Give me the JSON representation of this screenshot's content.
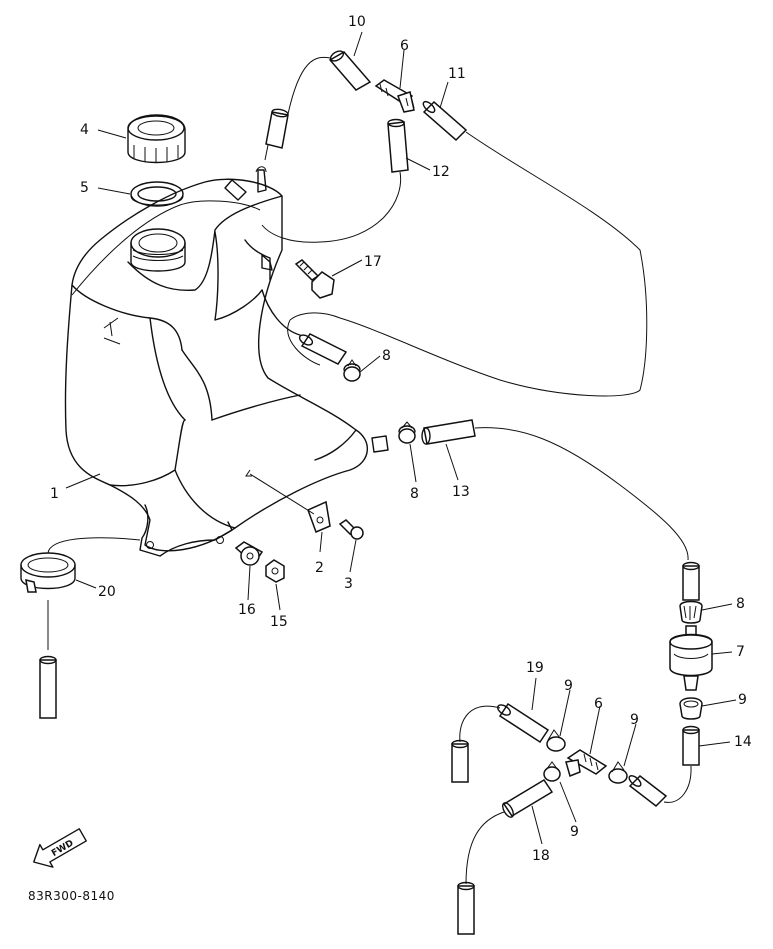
{
  "diagram": {
    "code": "83R300-8140",
    "fwd_label": "FWD",
    "callouts": [
      "1",
      "2",
      "3",
      "4",
      "5",
      "6",
      "6",
      "7",
      "8",
      "8",
      "8",
      "9",
      "9",
      "9",
      "9",
      "10",
      "11",
      "12",
      "13",
      "14",
      "15",
      "16",
      "17",
      "18",
      "19",
      "20"
    ]
  }
}
